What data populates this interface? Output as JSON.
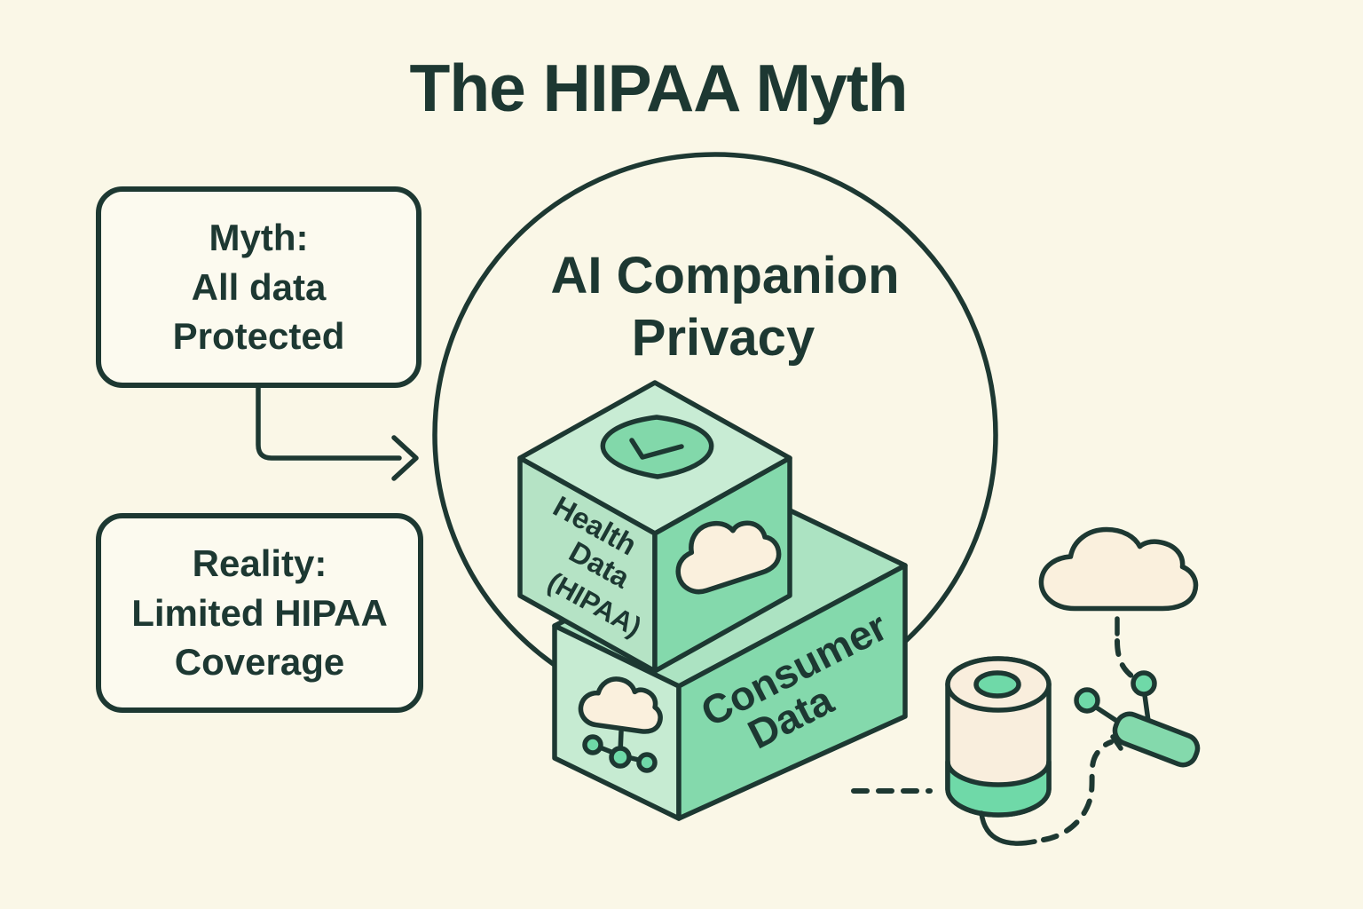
{
  "title": "The HIPAA Myth",
  "callouts": {
    "myth": {
      "lines": [
        "Myth:",
        "All data",
        "Protected"
      ]
    },
    "reality": {
      "lines": [
        "Reality:",
        "Limited HIPAA",
        "Coverage"
      ]
    }
  },
  "circle_label": {
    "line1": "AI Companion",
    "line2": "Privacy"
  },
  "health_cube": {
    "labels": [
      "Health",
      "Data",
      "(HIPAA)"
    ],
    "icons": [
      "shield-check-icon",
      "cloud-icon"
    ]
  },
  "consumer_box": {
    "labels": [
      "Consumer",
      "Data"
    ],
    "icons": [
      "cloud-network-icon"
    ]
  },
  "peripherals": {
    "icons": [
      "smart-speaker-icon",
      "cloud-outline-icon",
      "iot-sensor-icon"
    ]
  },
  "colors": {
    "background": "#FAF7E7",
    "ink": "#1D3832",
    "callout_fill": "#FCFAEF",
    "cube_top": "#C8ECD4",
    "cube_left": "#B5E3C5",
    "face_green": "#84D9AC",
    "consumer_top": "#ACE3C2",
    "consumer_left": "#C6EBD2",
    "shield_green": "#82D8AA",
    "cloud_cream": "#FAF0DD",
    "speaker_cream": "#F9EEDD",
    "accent_green": "#6FD9A8"
  }
}
